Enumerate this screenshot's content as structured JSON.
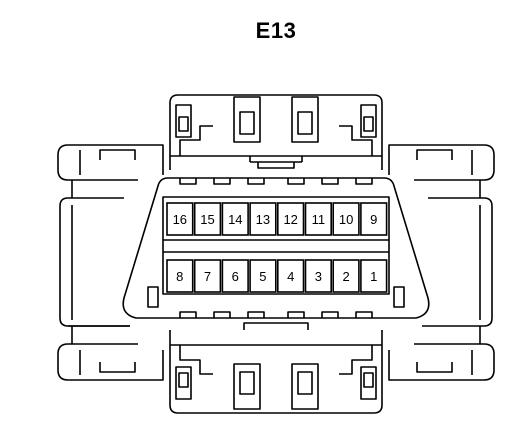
{
  "title": "E13",
  "connector": {
    "top_row_pins": [
      "16",
      "15",
      "14",
      "13",
      "12",
      "11",
      "10",
      "9"
    ],
    "bottom_row_pins": [
      "8",
      "7",
      "6",
      "5",
      "4",
      "3",
      "2",
      "1"
    ]
  },
  "colors": {
    "line": "#000000",
    "background": "#ffffff"
  }
}
